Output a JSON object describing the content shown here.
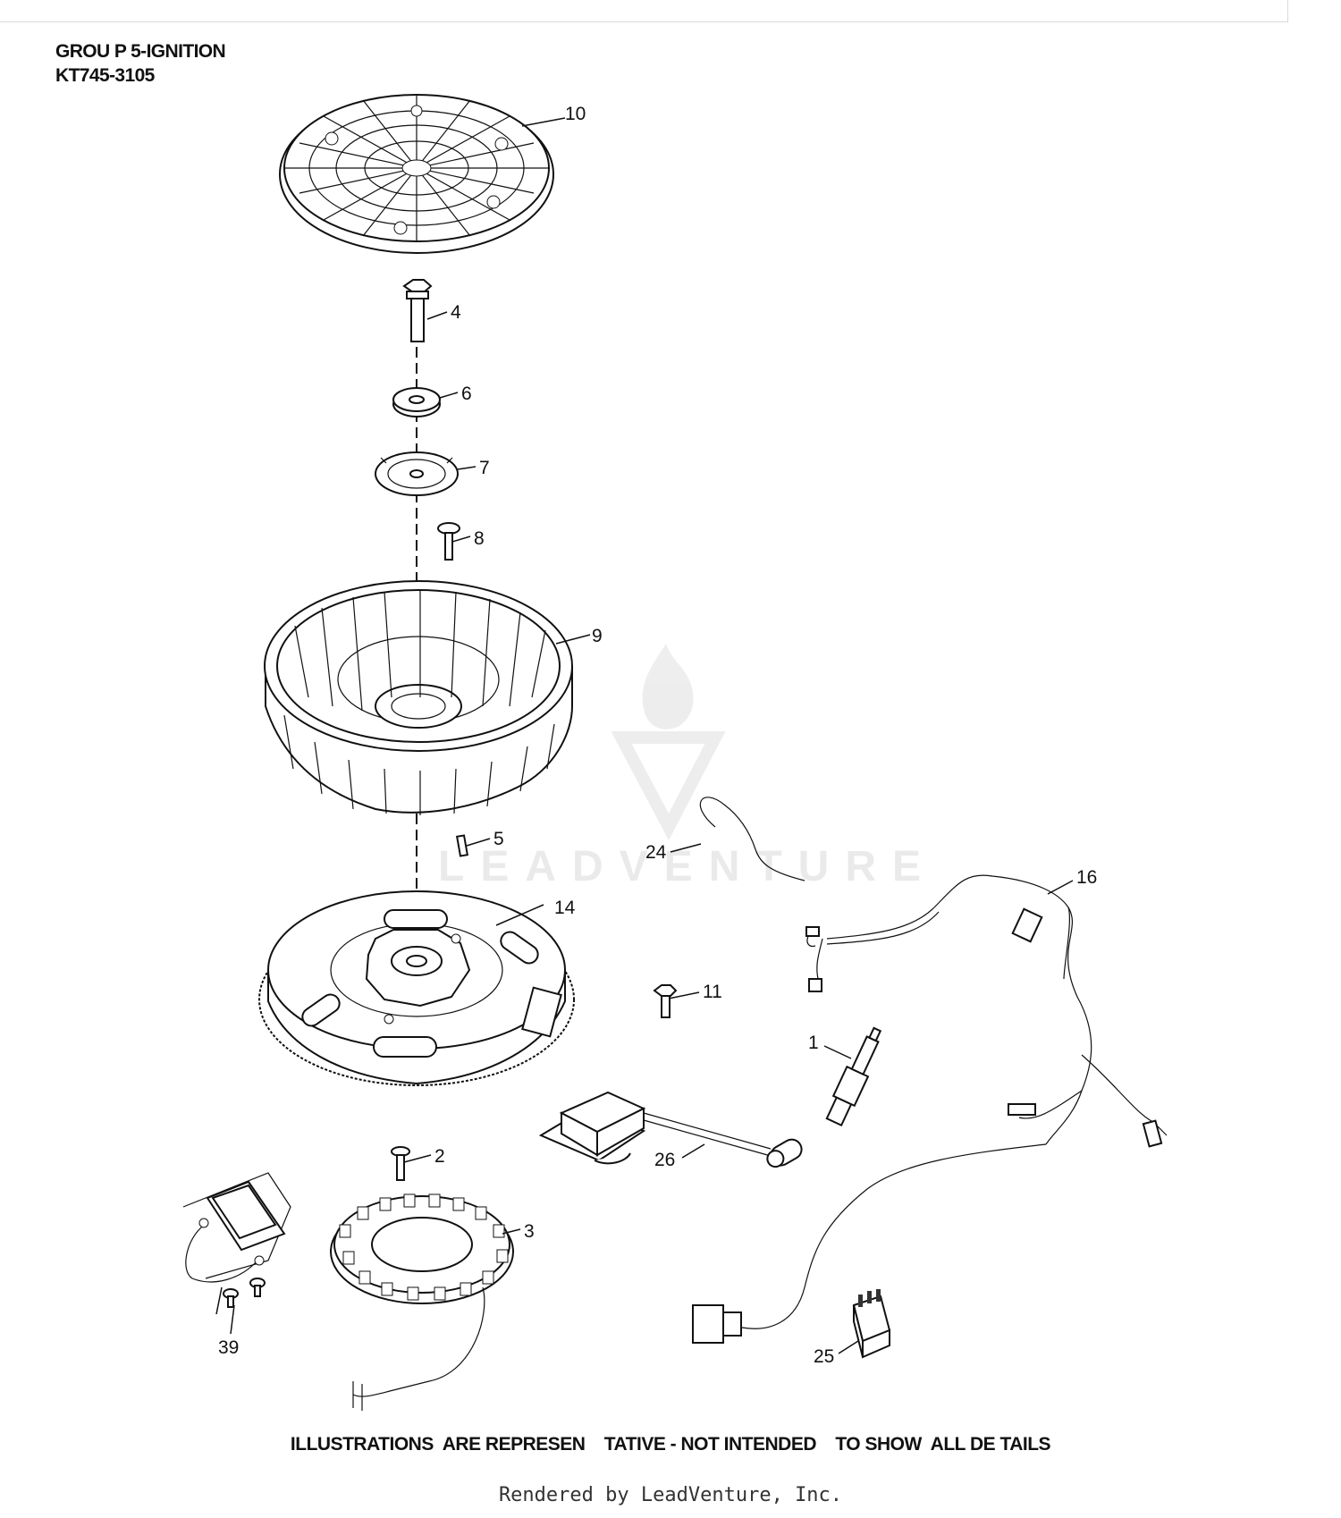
{
  "header": {
    "group": "GROU P 5-IGNITION",
    "model": "KT745-3105"
  },
  "callouts": {
    "c1": "1",
    "c2": "2",
    "c3": "3",
    "c4": "4",
    "c5": "5",
    "c6": "6",
    "c7": "7",
    "c8": "8",
    "c9": "9",
    "c10": "10",
    "c11": "11",
    "c14": "14",
    "c16": "16",
    "c24": "24",
    "c25": "25",
    "c26": "26",
    "c39": "39"
  },
  "watermark": "LEADVENTURE",
  "footer": {
    "disclaimer": "ILLUSTRATIONS  ARE REPRESEN    TATIVE - NOT INTENDED    TO SHOW  ALL DE TAILS",
    "rendered_by": "Rendered by LeadVenture, Inc."
  }
}
